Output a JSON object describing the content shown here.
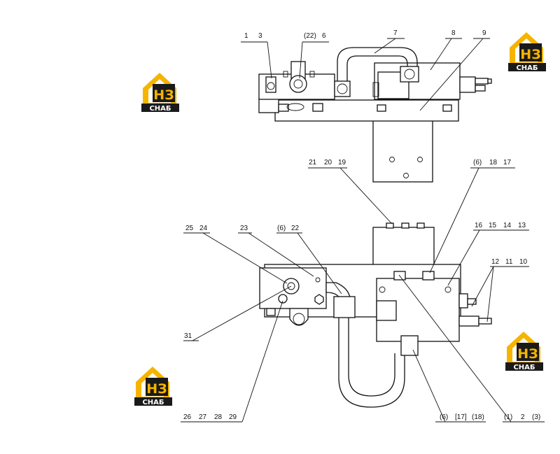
{
  "logo": {
    "mark": "НЗ",
    "caption": "СНАБ",
    "accent": "#f5b400",
    "dark": "#1a1a1a"
  },
  "top_view": {
    "callouts": [
      {
        "id": "c1",
        "text": "1"
      },
      {
        "id": "c2",
        "text": "3"
      },
      {
        "id": "c3",
        "text": "(22)"
      },
      {
        "id": "c4",
        "text": "6"
      },
      {
        "id": "c5",
        "text": "7"
      },
      {
        "id": "c6",
        "text": "8"
      },
      {
        "id": "c7",
        "text": "9"
      }
    ]
  },
  "front_view": {
    "callouts": [
      {
        "id": "f1",
        "text": "21"
      },
      {
        "id": "f2",
        "text": "20"
      },
      {
        "id": "f3",
        "text": "19"
      },
      {
        "id": "f4",
        "text": "(6)"
      },
      {
        "id": "f5",
        "text": "18"
      },
      {
        "id": "f6",
        "text": "17"
      },
      {
        "id": "f7",
        "text": "25"
      },
      {
        "id": "f8",
        "text": "24"
      },
      {
        "id": "f9",
        "text": "23"
      },
      {
        "id": "f10",
        "text": "(6)"
      },
      {
        "id": "f11",
        "text": "22"
      },
      {
        "id": "f12",
        "text": "16"
      },
      {
        "id": "f13",
        "text": "15"
      },
      {
        "id": "f14",
        "text": "14"
      },
      {
        "id": "f15",
        "text": "13"
      },
      {
        "id": "f16",
        "text": "12"
      },
      {
        "id": "f17",
        "text": "11"
      },
      {
        "id": "f18",
        "text": "10"
      },
      {
        "id": "f19",
        "text": "31"
      },
      {
        "id": "f20",
        "text": "26"
      },
      {
        "id": "f21",
        "text": "27"
      },
      {
        "id": "f22",
        "text": "28"
      },
      {
        "id": "f23",
        "text": "29"
      },
      {
        "id": "f24",
        "text": "(6)"
      },
      {
        "id": "f25",
        "text": "[17]"
      },
      {
        "id": "f26",
        "text": "(18)"
      },
      {
        "id": "f27",
        "text": "(1)"
      },
      {
        "id": "f28",
        "text": "2"
      },
      {
        "id": "f29",
        "text": "(3)"
      }
    ]
  }
}
